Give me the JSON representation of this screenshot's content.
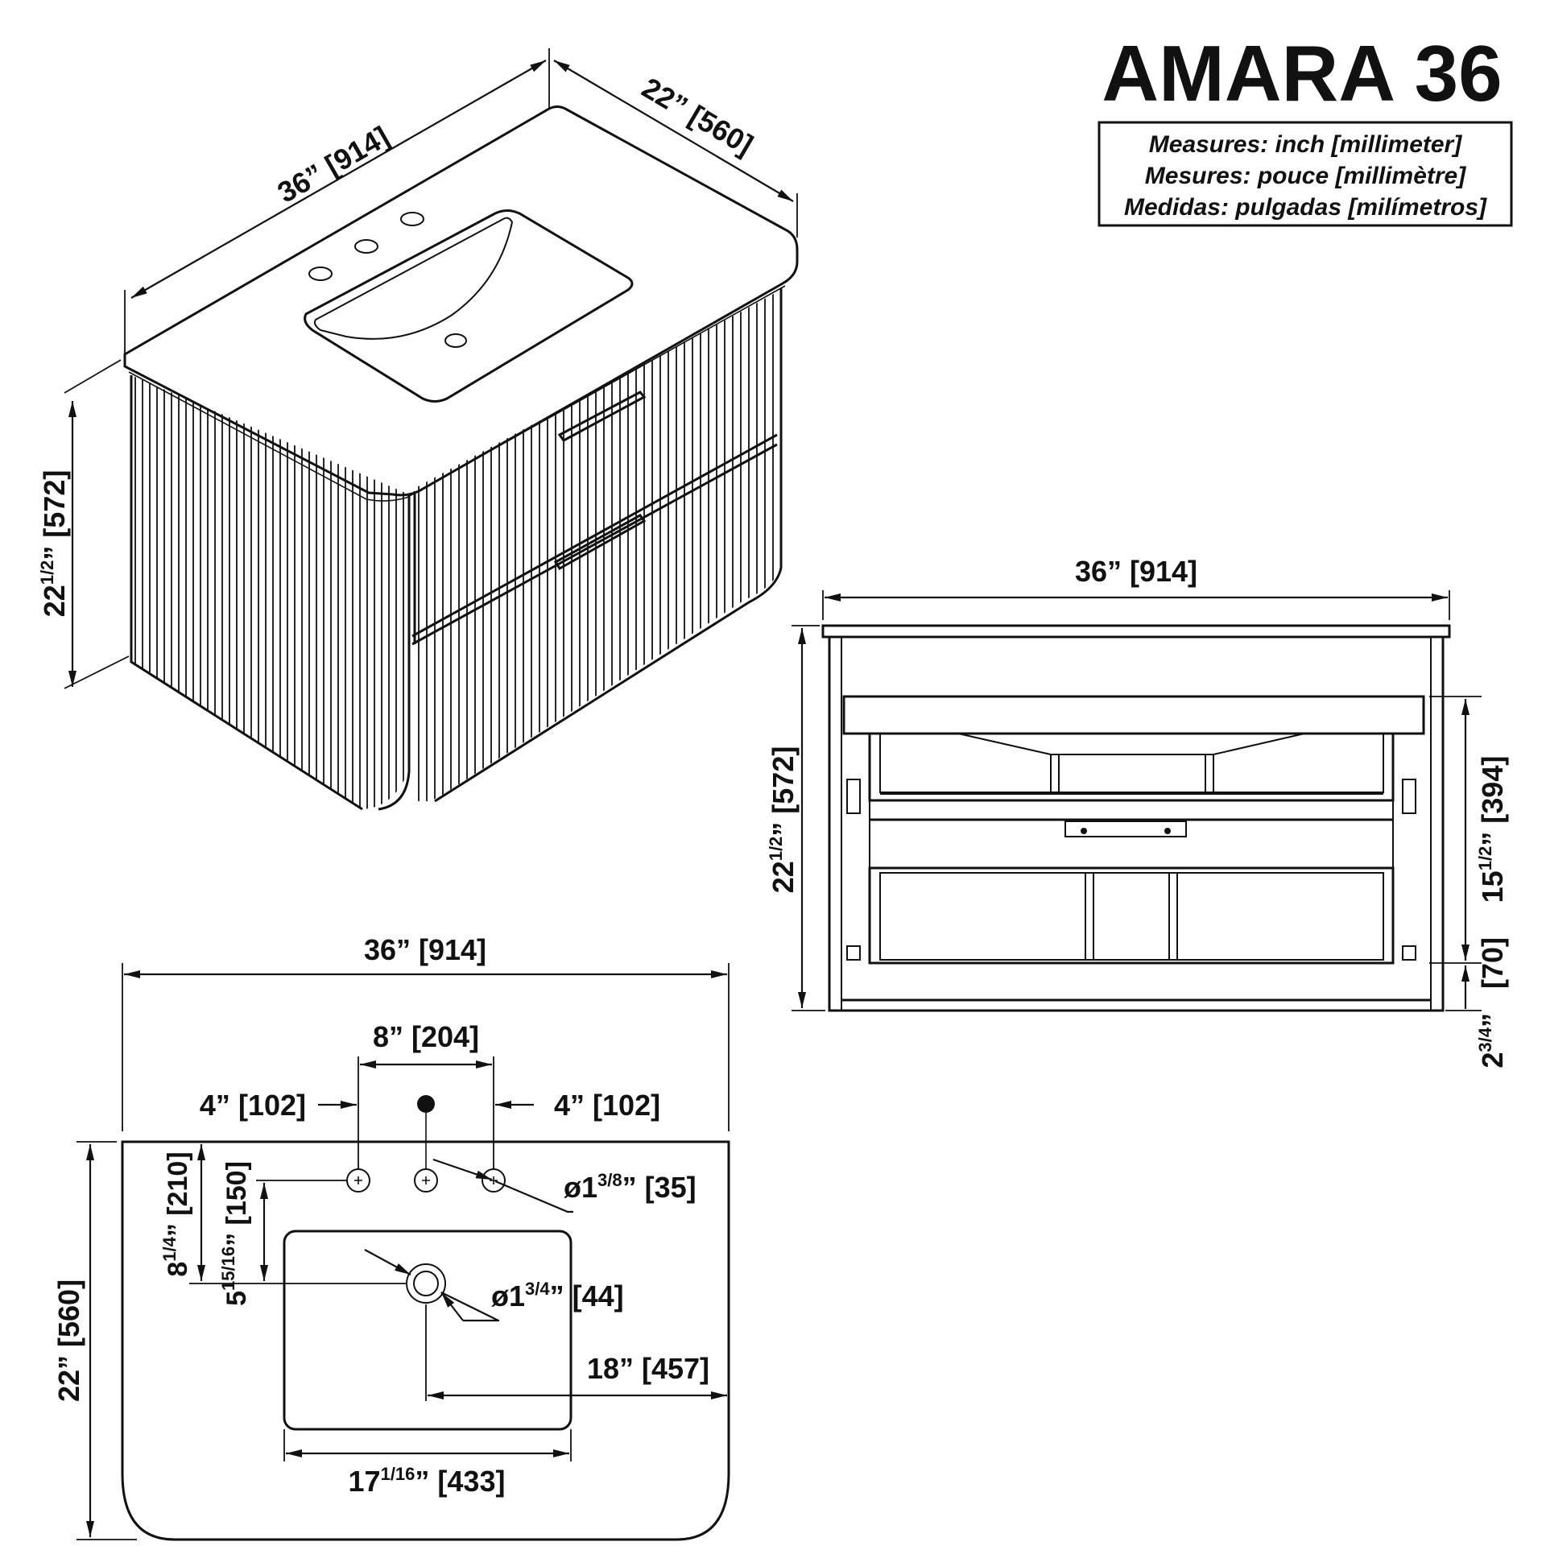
{
  "title": "AMARA 36",
  "units_note": [
    "Measures: inch [millimeter]",
    "Mesures: pouce [millimètre]",
    "Medidas: pulgadas [milímetros]"
  ],
  "iso_view": {
    "width": {
      "inch": "36”",
      "mm": "[914]"
    },
    "depth": {
      "inch": "22”",
      "mm": "[560]"
    },
    "height": {
      "inch": "22",
      "frac": "1/2",
      "suffix": "”",
      "mm": "[572]"
    }
  },
  "front_view": {
    "width": {
      "inch": "36”",
      "mm": "[914]"
    },
    "height": {
      "inch": "22",
      "frac": "1/2",
      "suffix": "”",
      "mm": "[572]"
    },
    "drawer_zone": {
      "inch": "15",
      "frac": "1/2",
      "suffix": "”",
      "mm": "[394]"
    },
    "bottom_gap": {
      "inch": "2",
      "frac": "3/4",
      "suffix": "”",
      "mm": "[70]"
    }
  },
  "top_view": {
    "width": {
      "inch": "36”",
      "mm": "[914]"
    },
    "faucet_spread": {
      "inch": "8”",
      "mm": "[204]"
    },
    "left_offset": {
      "inch": "4”",
      "mm": "[102]"
    },
    "right_offset": {
      "inch": "4”",
      "mm": "[102]"
    },
    "faucet_hole": {
      "prefix": "ø1",
      "frac": "3/8",
      "suffix": "”",
      "mm": "[35]"
    },
    "drain_hole": {
      "prefix": "ø1",
      "frac": "3/4",
      "suffix": "”",
      "mm": "[44]"
    },
    "depth": {
      "inch": "22”",
      "mm": "[560]"
    },
    "drain_from_back": {
      "inch": "8",
      "frac": "1/4",
      "suffix": "”",
      "mm": "[210]"
    },
    "drain_from_faucet": {
      "inch": "5",
      "frac": "15/16",
      "suffix": "”",
      "mm": "[150]"
    },
    "drain_from_side": {
      "inch": "18”",
      "mm": "[457]"
    },
    "bowl_width": {
      "inch": "17",
      "frac": "1/16",
      "suffix": "”",
      "mm": "[433]"
    }
  }
}
